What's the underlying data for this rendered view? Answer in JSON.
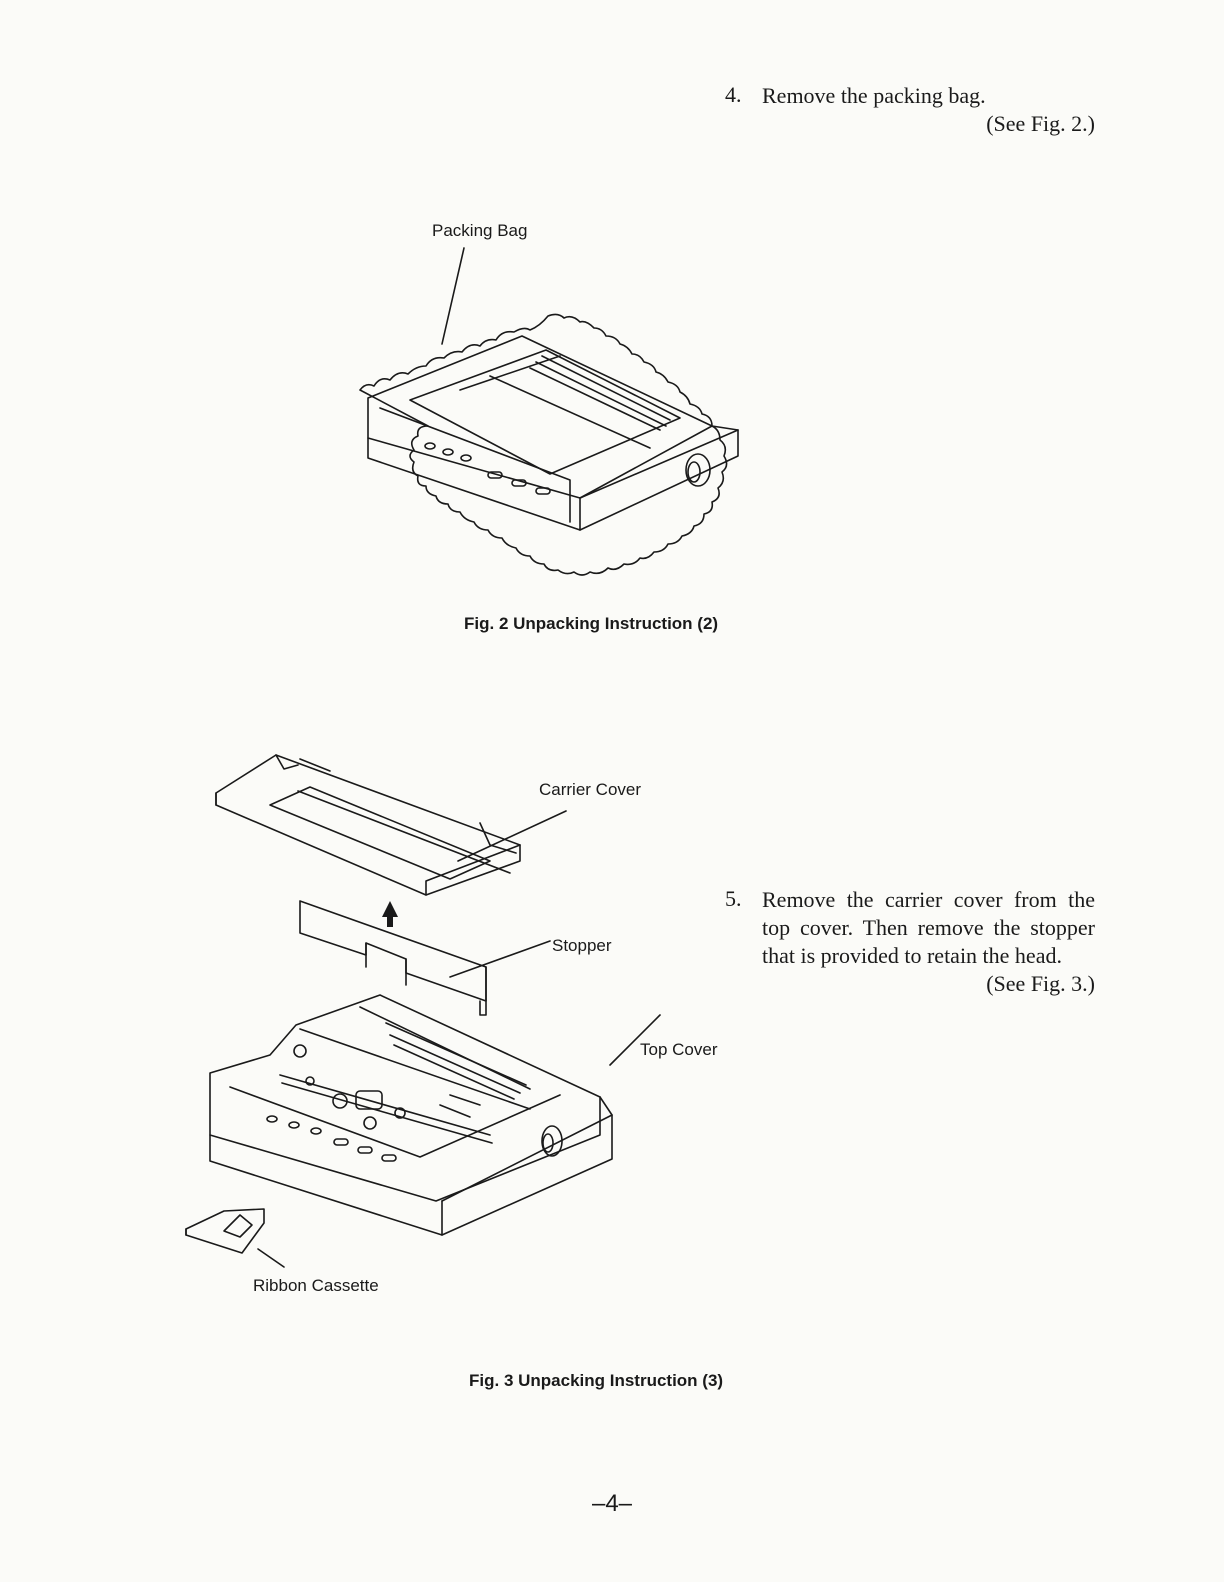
{
  "steps": [
    {
      "number": "4.",
      "text": "Remove the packing bag.",
      "reference": "(See Fig. 2.)"
    },
    {
      "number": "5.",
      "text": "Remove the carrier cover from the top cover. Then remove the stopper that is provided to retain the head.",
      "reference": "(See Fig. 3.)"
    }
  ],
  "figures": [
    {
      "caption": "Fig. 2  Unpacking Instruction (2)",
      "labels": {
        "packing_bag": "Packing Bag"
      }
    },
    {
      "caption": "Fig. 3  Unpacking Instruction (3)",
      "labels": {
        "carrier_cover": "Carrier Cover",
        "stopper": "Stopper",
        "top_cover": "Top Cover",
        "ribbon_cassette": "Ribbon Cassette"
      }
    }
  ],
  "page_number": "–4–"
}
